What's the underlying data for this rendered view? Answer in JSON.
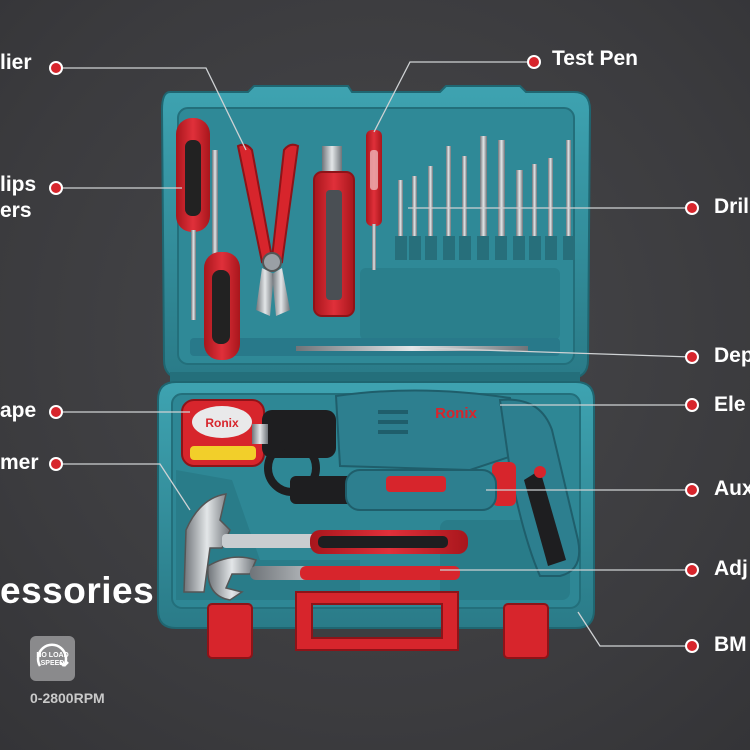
{
  "callouts": [
    {
      "id": "plier",
      "text": "lier"
    },
    {
      "id": "test-pen",
      "text": "Test Pen"
    },
    {
      "id": "phillips",
      "text": "lips"
    },
    {
      "id": "screwdrivers",
      "text": "ers"
    },
    {
      "id": "drill-bits",
      "text": "Dril"
    },
    {
      "id": "depth",
      "text": "Dep"
    },
    {
      "id": "tape",
      "text": "ape"
    },
    {
      "id": "electric",
      "text": "Ele"
    },
    {
      "id": "hammer",
      "text": "mer"
    },
    {
      "id": "auxiliary",
      "text": "Aux"
    },
    {
      "id": "adjustable",
      "text": "Adj"
    },
    {
      "id": "bmc",
      "text": "BM"
    }
  ],
  "headline": "essories",
  "badge": {
    "line1": "NO LOAD",
    "line2": "SPEED",
    "icon": "rotation-arrow-icon"
  },
  "speed": "0-2800RPM",
  "brand": "Ronix",
  "colors": {
    "case": "#2d8593",
    "caseLight": "#3ea3b1",
    "red": "#d7252c",
    "background": "#3f3f42"
  }
}
